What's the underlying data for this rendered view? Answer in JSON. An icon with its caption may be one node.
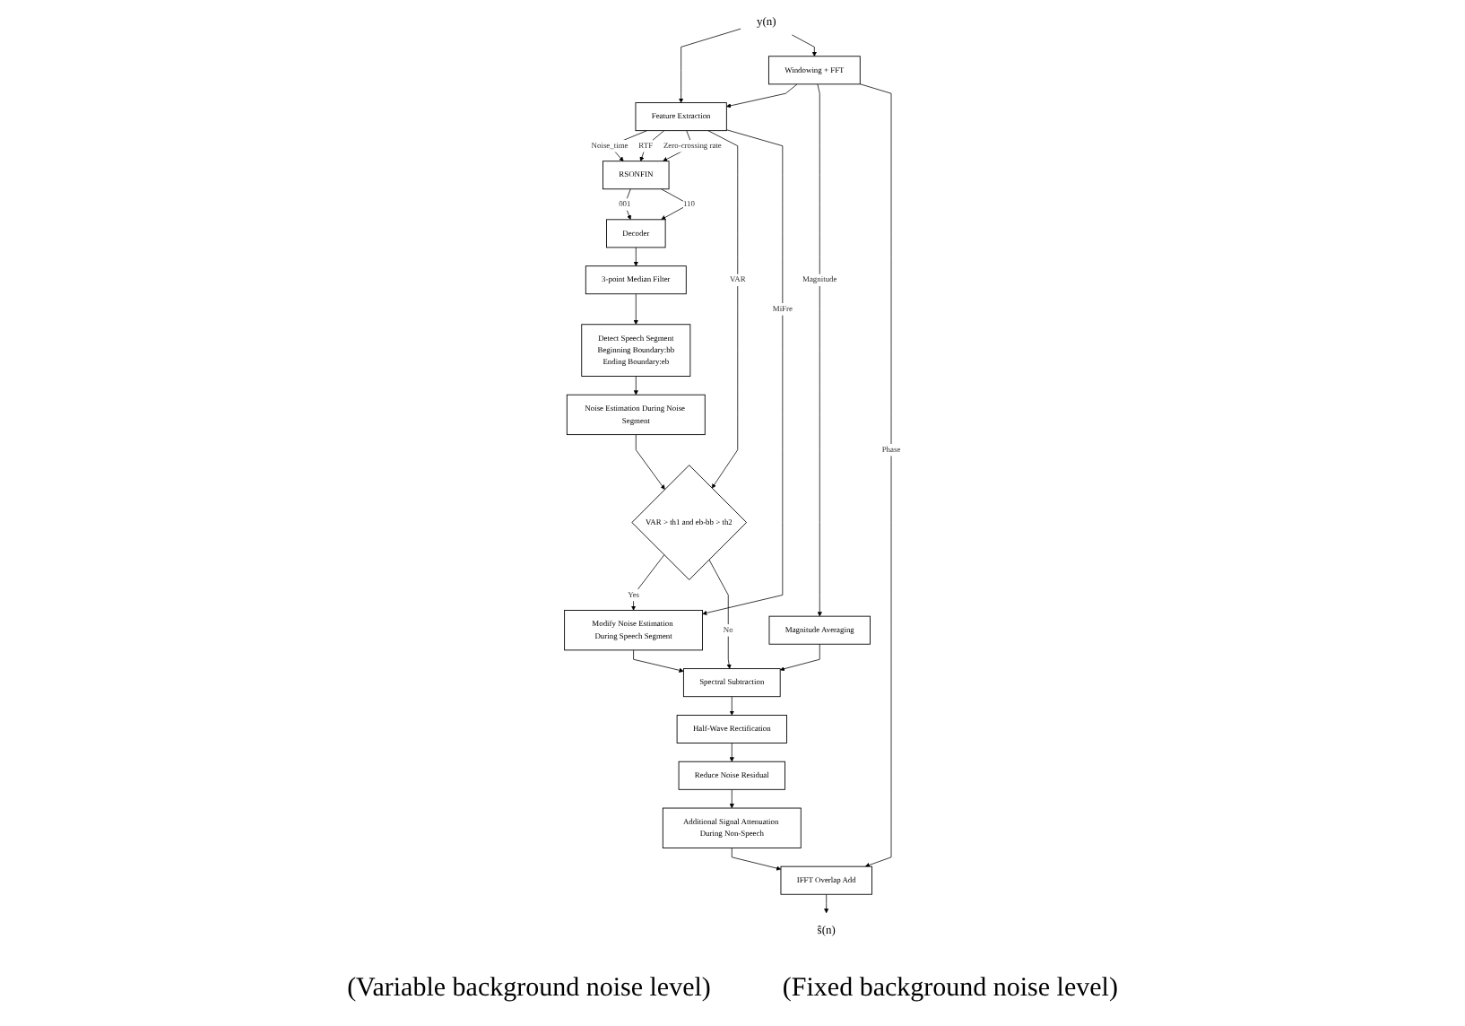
{
  "diagram": {
    "nodes": [
      {
        "text": [
          "y(n)"
        ]
      },
      {
        "text": [
          "Feature Extraction"
        ]
      },
      {
        "text": [
          "RSONFIN"
        ]
      },
      {
        "text": [
          "Decoder"
        ]
      },
      {
        "text": [
          "3-point Median Filter"
        ]
      },
      {
        "text": [
          "Detect Speech Segment",
          "Beginning Boundary:bb",
          "Ending Boundary:eb"
        ]
      },
      {
        "text": [
          "Noise Estimation During Noise Segment"
        ]
      },
      {
        "text": [
          "VAR > th1 and eb-bb > th2"
        ]
      },
      {
        "text": [
          "Modify Noise Estimation During Speech Segment"
        ]
      },
      {
        "text": [
          "Windowing + FFT"
        ]
      },
      {
        "text": [
          "Magnitude Averaging"
        ]
      },
      {
        "text": [
          "Spectral Subtraction"
        ]
      },
      {
        "text": [
          "Half-Wave Rectification"
        ]
      },
      {
        "text": [
          "Reduce Noise Residual"
        ]
      },
      {
        "text": [
          "Additional Signal Attenuation During Non-Speech"
        ]
      },
      {
        "text": [
          "IFFT Overlap Add"
        ]
      },
      {
        "text": [
          "ŝ(n)"
        ]
      }
    ],
    "edges": [
      {
        "from": 0,
        "to": 1,
        "arrow": "to"
      },
      {
        "from": 0,
        "to": 9,
        "arrow": "to"
      },
      {
        "from": 1,
        "to": 2,
        "label": "Noise_time",
        "arrow": "to"
      },
      {
        "from": 1,
        "to": 2,
        "label": "RTF",
        "arrow": "to"
      },
      {
        "from": 1,
        "to": 2,
        "label": "Zero-crossing rate",
        "arrow": "to"
      },
      {
        "from": 2,
        "to": 3,
        "label": "001",
        "arrow": "to"
      },
      {
        "from": 2,
        "to": 3,
        "label": "110",
        "arrow": "to"
      },
      {
        "from": 3,
        "to": 4,
        "arrow": "to"
      },
      {
        "from": 4,
        "to": 5,
        "arrow": "to"
      },
      {
        "from": 5,
        "to": 6,
        "arrow": "to"
      },
      {
        "from": 6,
        "to": 7,
        "arrow": "to"
      },
      {
        "from": 1,
        "to": 7,
        "label": "VAR",
        "arrow": "to"
      },
      {
        "from": 7,
        "to": 8,
        "label": "Yes",
        "arrow": "to"
      },
      {
        "from": 7,
        "to": 11,
        "label": "No",
        "arrow": "to"
      },
      {
        "from": 1,
        "to": 8,
        "label": "MiFre",
        "arrow": "to"
      },
      {
        "from": 9,
        "to": 1,
        "arrow": "to"
      },
      {
        "from": 9,
        "to": 10,
        "label": "Magnitude",
        "arrow": "to"
      },
      {
        "from": 10,
        "to": 11,
        "arrow": "to"
      },
      {
        "from": 8,
        "to": 11,
        "arrow": "to"
      },
      {
        "from": 11,
        "to": 12,
        "arrow": "to"
      },
      {
        "from": 12,
        "to": 13,
        "arrow": "to"
      },
      {
        "from": 13,
        "to": 14,
        "arrow": "to"
      },
      {
        "from": 14,
        "to": 15,
        "arrow": "to"
      },
      {
        "from": 9,
        "to": 15,
        "label": "Phase",
        "arrow": "to"
      },
      {
        "from": 15,
        "to": 16,
        "arrow": "to"
      }
    ],
    "labels": [
      "(Variable background noise level)",
      "(Fixed background noise level)"
    ]
  }
}
